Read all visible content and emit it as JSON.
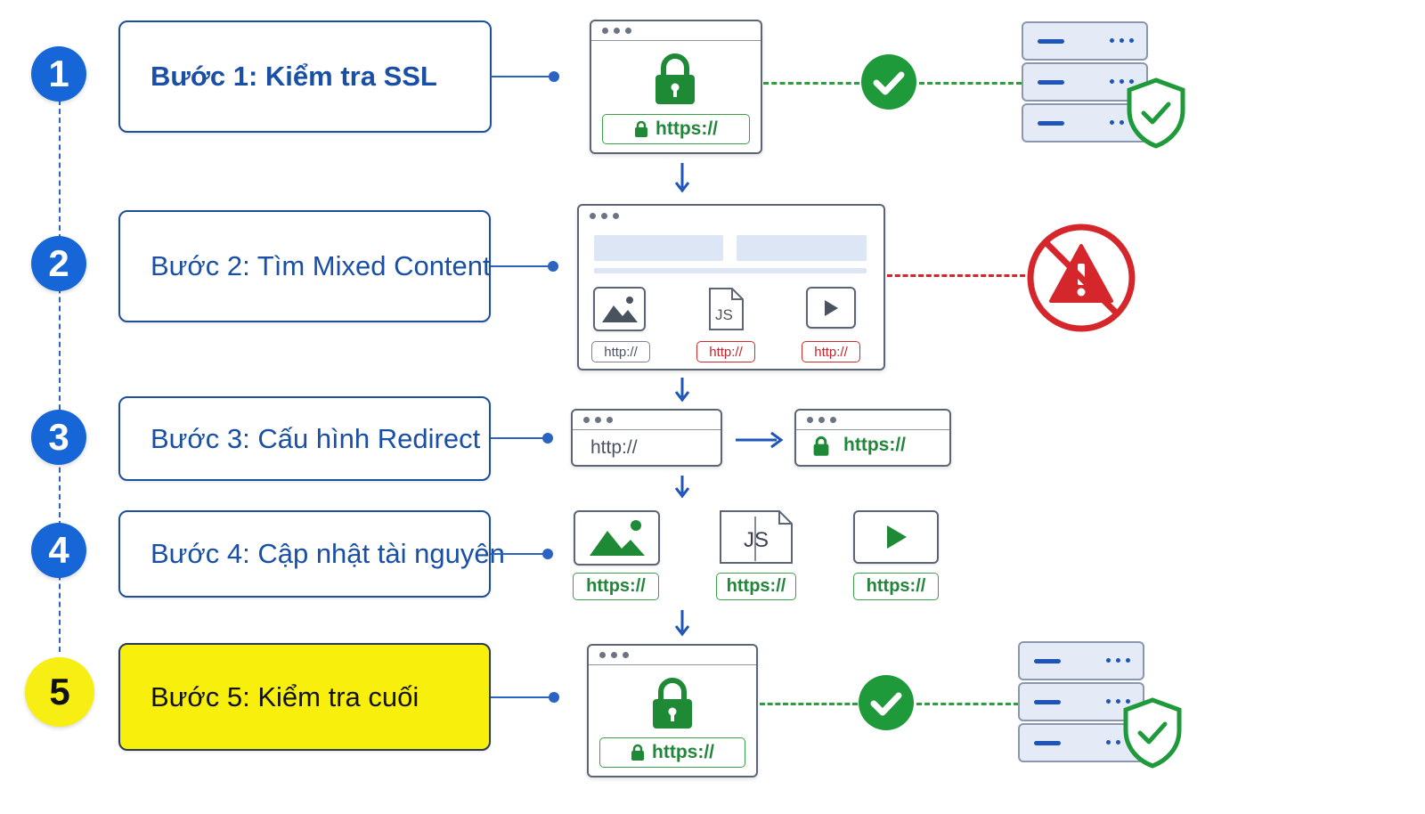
{
  "steps": [
    {
      "number": "1",
      "label": "Bước 1: Kiểm tra SSL"
    },
    {
      "number": "2",
      "label": "Bước 2: Tìm Mixed Content"
    },
    {
      "number": "3",
      "label": "Bước 3: Cấu hình Redirect"
    },
    {
      "number": "4",
      "label": "Bước 4: Cập nhật tài nguyên"
    },
    {
      "number": "5",
      "label": "Bước 5: Kiểm tra cuối"
    }
  ],
  "urls": {
    "secure": "https://",
    "insecure": "http://"
  },
  "icon_labels": {
    "js": "JS"
  },
  "colors": {
    "step_blue": "#1766d8",
    "final_yellow": "#f7ee14",
    "secure_green": "#2e9c3f",
    "warning_red": "#d4262b"
  }
}
